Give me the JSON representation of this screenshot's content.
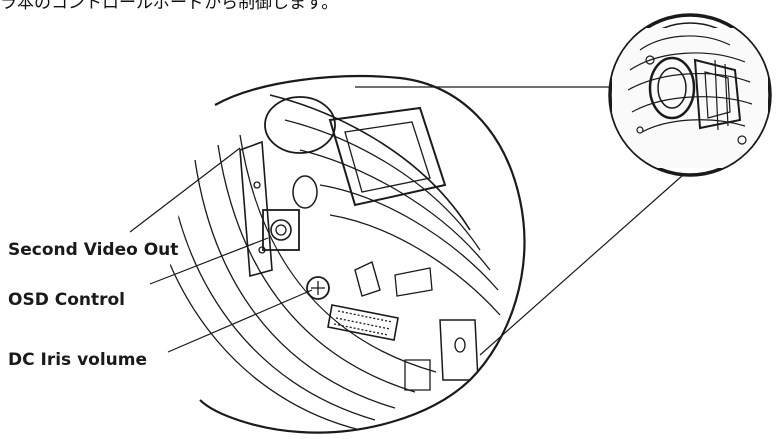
{
  "header": {
    "text": "ラ本のコントロールボードから制御します。"
  },
  "callouts": {
    "second_video_out": "Second Video Out",
    "osd_control": "OSD Control",
    "dc_iris_volume": "DC Iris volume"
  },
  "colors": {
    "line": "#1a1a1a",
    "background": "#ffffff"
  }
}
